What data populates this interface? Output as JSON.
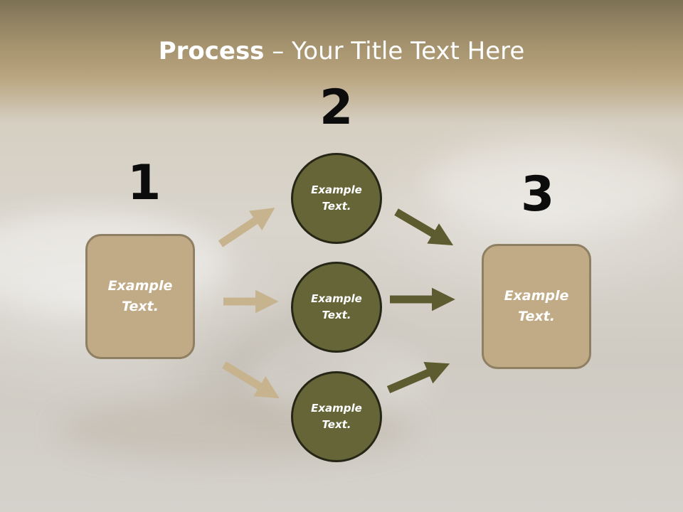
{
  "slide": {
    "title_bold": "Process",
    "title_rest": " – Your Title Text Here"
  },
  "steps": {
    "step1": {
      "number": "1",
      "text": "Example\nText."
    },
    "step2": {
      "number": "2",
      "circles": [
        "Example\nText.",
        "Example\nText.",
        "Example\nText."
      ]
    },
    "step3": {
      "number": "3",
      "text": "Example\nText."
    }
  },
  "colors": {
    "box_fill": "#c1ab86",
    "circle_fill": "#656538",
    "light_arrow": "#c8b38f",
    "dark_arrow": "#5c5c30"
  }
}
